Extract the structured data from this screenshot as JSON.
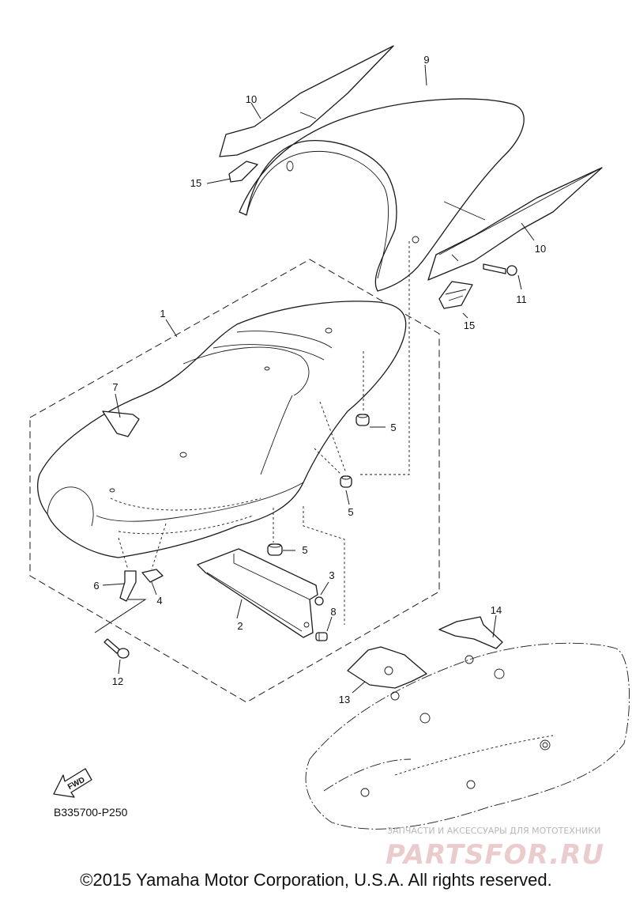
{
  "diagram": {
    "callouts": {
      "c1": "1",
      "c2": "2",
      "c3": "3",
      "c4": "4",
      "c5a": "5",
      "c5b": "5",
      "c5c": "5",
      "c6": "6",
      "c7": "7",
      "c8": "8",
      "c9": "9",
      "c10a": "10",
      "c10b": "10",
      "c11": "11",
      "c12": "12",
      "c13": "13",
      "c14": "14",
      "c15a": "15",
      "c15b": "15"
    },
    "fwd_label": "FWD",
    "diagram_code": "B335700-P250"
  },
  "watermark": {
    "tagline": "ЗАПЧАСТИ И АКСЕССУАРЫ ДЛЯ МОТОТЕХНИКИ",
    "logo": "PARTSFOR.RU"
  },
  "footer": {
    "copyright": "©2015 Yamaha Motor Corporation, U.S.A. All rights reserved."
  }
}
